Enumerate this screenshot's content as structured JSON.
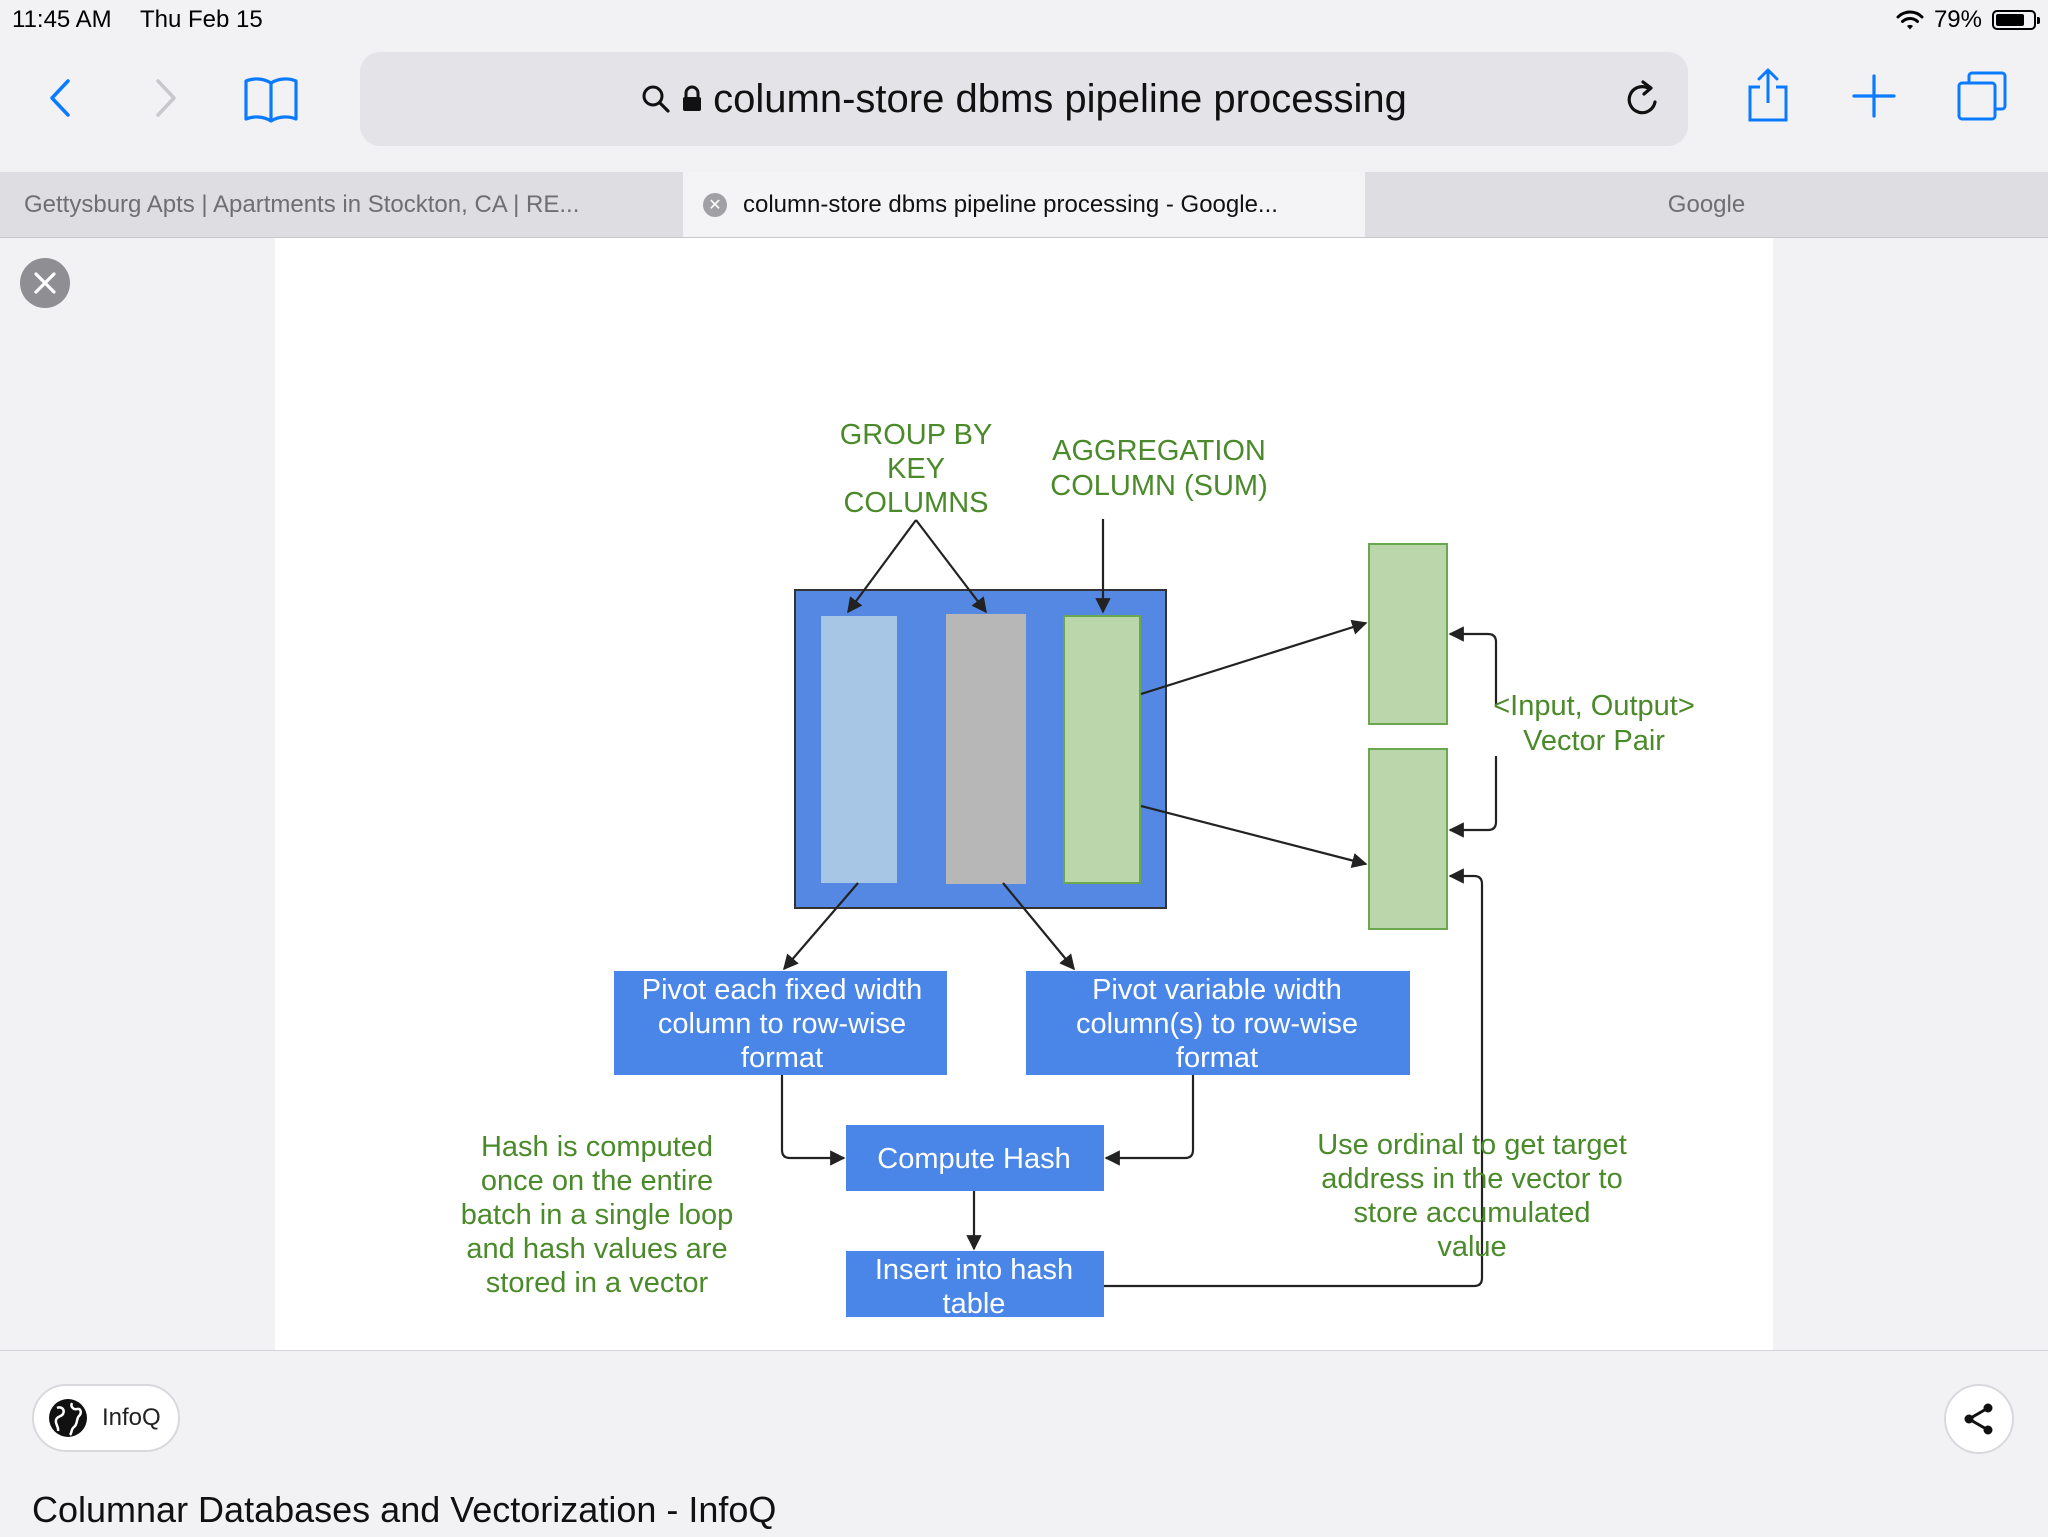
{
  "status_bar": {
    "time": "11:45 AM",
    "date": "Thu Feb 15",
    "battery_percent": "79%",
    "battery_level": 0.79,
    "icons": [
      "wifi-icon",
      "battery-icon"
    ]
  },
  "toolbar": {
    "address_text": "column-store dbms pipeline processing",
    "icons": [
      "back-icon",
      "forward-icon",
      "bookmarks-icon",
      "search-icon",
      "lock-icon",
      "reload-icon",
      "share-icon",
      "new-tab-icon",
      "tabs-icon"
    ],
    "accent_color": "#0a7aff"
  },
  "tabs": [
    {
      "label": "Gettysburg Apts | Apartments in Stockton, CA | RE...",
      "active": false
    },
    {
      "label": "column-store dbms pipeline processing - Google...",
      "active": true
    },
    {
      "label": "Google",
      "active": false
    }
  ],
  "diagram": {
    "group_by_label": [
      "GROUP BY",
      "KEY",
      "COLUMNS"
    ],
    "aggregation_label": [
      "AGGREGATION",
      "COLUMN (SUM)"
    ],
    "vector_pair_label": [
      "<Input, Output>",
      "Vector Pair"
    ],
    "pivot_fixed_label": [
      "Pivot each fixed width",
      "column to row-wise",
      "format"
    ],
    "pivot_variable_label": [
      "Pivot variable width",
      "column(s) to row-wise",
      "format"
    ],
    "compute_hash_label": "Compute Hash",
    "insert_hash_label": [
      "Insert into hash",
      "table"
    ],
    "hash_note": [
      "Hash is computed",
      "once on the entire",
      "batch in a single loop",
      "and hash values are",
      "stored in a vector"
    ],
    "ordinal_note": [
      "Use ordinal to get target",
      "address in the vector to",
      "store accumulated",
      "value"
    ],
    "colors": {
      "batch_blue": "#5588e2",
      "box_blue": "#4a86e8",
      "light_blue_col": "#a7c6e5",
      "gray_col": "#b7b7b7",
      "green_col": "#bcd6ab",
      "green_text": "#4a8a2a"
    }
  },
  "footer": {
    "source": "InfoQ",
    "title": "Columnar Databases and Vectorization - InfoQ",
    "icons": [
      "globe-icon",
      "share-icon"
    ]
  }
}
